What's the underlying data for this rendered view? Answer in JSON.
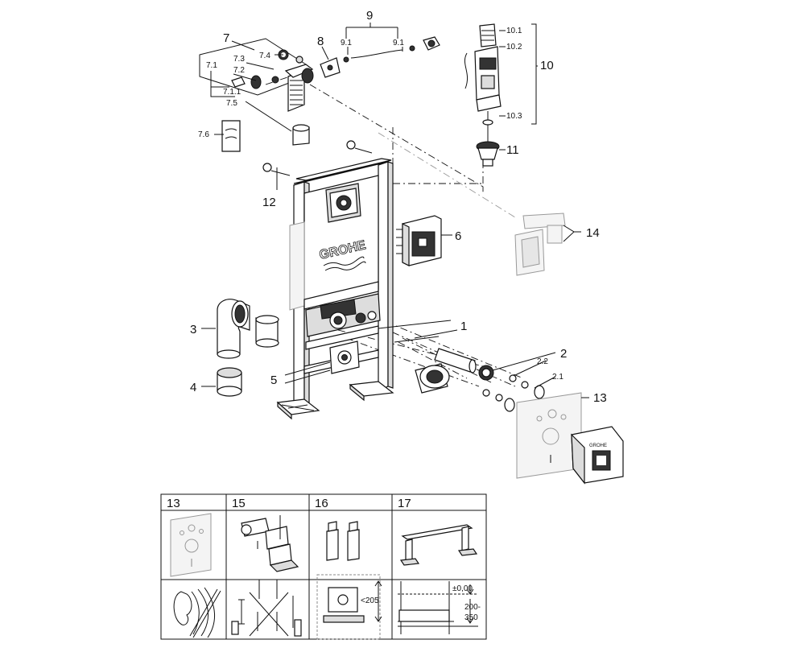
{
  "brand": {
    "name": "GROHE"
  },
  "callouts": {
    "c1": "1",
    "c2": "2",
    "c2_1": "2.1",
    "c2_2": "2.2",
    "c3": "3",
    "c4": "4",
    "c5": "5",
    "c6": "6",
    "c7": "7",
    "c7_1": "7.1",
    "c7_1_1": "7.1.1",
    "c7_2": "7.2",
    "c7_3": "7.3",
    "c7_4": "7.4",
    "c7_5": "7.5",
    "c7_6": "7.6",
    "c8": "8",
    "c9": "9",
    "c9_1a": "9.1",
    "c9_1b": "9.1",
    "c10": "10",
    "c10_1": "10.1",
    "c10_2": "10.2",
    "c10_3": "10.3",
    "c11": "11",
    "c12": "12",
    "c13": "13",
    "c14": "14"
  },
  "accessories": {
    "headers": [
      "13",
      "15",
      "16",
      "17"
    ],
    "dimensions": {
      "pos16": "<205",
      "pos17_top": "±0,00",
      "pos17_range_a": "200-",
      "pos17_range_b": "350"
    }
  }
}
